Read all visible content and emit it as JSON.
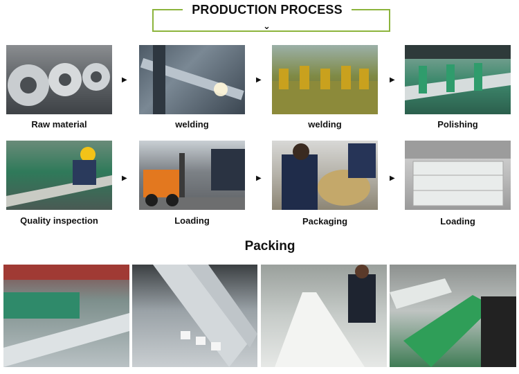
{
  "header": {
    "title": "PRODUCTION PROCESS",
    "chevron_glyph": "⌄",
    "accent_color": "#8cb43c"
  },
  "process": {
    "arrow_glyph": "▶",
    "steps": [
      {
        "label": "Raw material"
      },
      {
        "label": "welding"
      },
      {
        "label": "welding"
      },
      {
        "label": "Polishing"
      },
      {
        "label": "Quality inspection"
      },
      {
        "label": "Loading"
      },
      {
        "label": "Packaging"
      },
      {
        "label": "Loading"
      }
    ]
  },
  "packing": {
    "title": "Packing"
  }
}
